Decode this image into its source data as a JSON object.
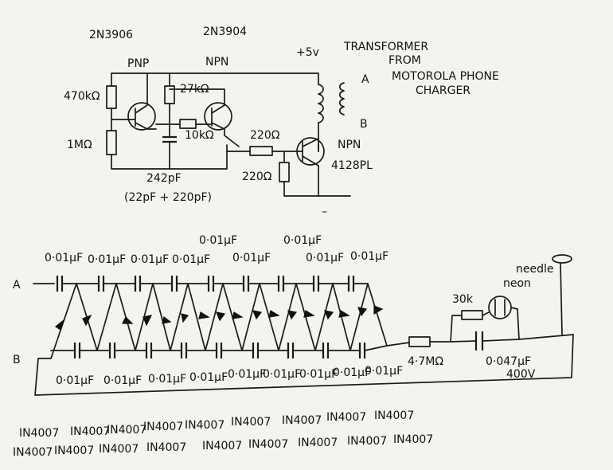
{
  "top_circuit": {
    "transistor_1_type": "2N3906",
    "transistor_2_type": "2N3904",
    "pnp_label": "PNP",
    "npn_label": "NPN",
    "supply_label": "+5v",
    "transformer_note": [
      "TRANSFORMER",
      "FROM",
      "MOTOROLA PHONE",
      "CHARGER"
    ],
    "node_a": "A",
    "node_b": "B",
    "r_470k": "470kΩ",
    "r_1m": "1MΩ",
    "r_27k": "27kΩ",
    "r_10k": "10kΩ",
    "c_242p": "242pF",
    "c_note": "(22pF + 220pF)",
    "r_220_series": "220Ω",
    "r_220_shunt": "220Ω",
    "q3_type": "NPN",
    "q3_part": "4128PL",
    "ground_mark": "–"
  },
  "multiplier": {
    "node_a": "A",
    "node_b": "B",
    "top_caps": [
      "0·01µF",
      "0·01µF",
      "0·01µF",
      "0·01µF",
      "0·01µF",
      "0·01µF",
      "0·01µF",
      "0·01µF",
      "0·01µF"
    ],
    "bottom_caps": [
      "0·01µF",
      "0·01µF",
      "0·01µF",
      "0·01µF",
      "0·01µF",
      "0·01µF",
      "0·01µF",
      "0·01µF",
      "0·01µF"
    ],
    "r_output": "4·7MΩ",
    "c_output": "0·047µF",
    "c_output_voltage": "400V",
    "r_neon": "30k",
    "neon_label": "neon",
    "needle_label": "needle",
    "diodes_row_1": [
      "IN4007",
      "IN4007",
      "IN4007",
      "IN4007",
      "IN4007",
      "IN4007",
      "IN4007",
      "IN4007",
      "IN4007"
    ],
    "diodes_row_2": [
      "IN4007",
      "IN4007",
      "IN4007",
      "IN4007",
      "IN4007",
      "IN4007",
      "IN4007",
      "IN4007",
      "IN4007"
    ]
  }
}
